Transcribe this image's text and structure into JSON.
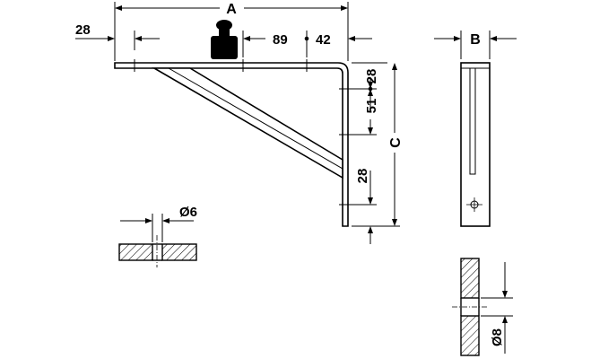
{
  "labels": {
    "width_a": "A",
    "height_c": "C",
    "depth_b": "B",
    "offset_left": "28",
    "hole_spacing_top_1": "89",
    "hole_spacing_top_2": "42",
    "vertical_top": "28",
    "vertical_mid": "51",
    "vertical_lower": "28",
    "slot_diameter": "Ø6",
    "mount_hole_diameter": "Ø8"
  },
  "colors": {
    "line": "#000000",
    "hatch": "#000000",
    "background": "#ffffff"
  }
}
